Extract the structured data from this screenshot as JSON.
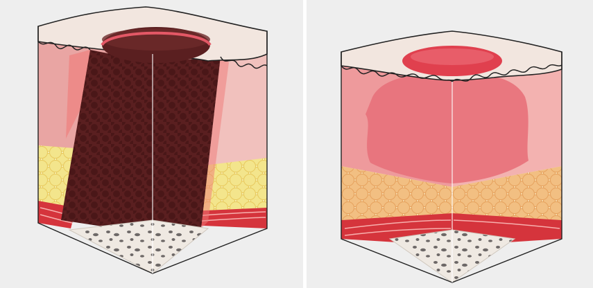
{
  "figure": {
    "panels": [
      {
        "id": "left",
        "depicts": "deep-tissue-wound-cross-section"
      },
      {
        "id": "right",
        "depicts": "superficial-tissue-injury-cross-section"
      }
    ],
    "colors": {
      "background": "#eeeeee",
      "epidermis": "#f2e6df",
      "dermis": "#e9a5a3",
      "dermis_light": "#f1c1bd",
      "necrotic_tissue": "#5a1f20",
      "inflamed_tissue": "#e35866",
      "fat": "#f3e58c",
      "fat_orange": "#f2bf82",
      "muscle": "#d5343c",
      "bone": "#efe9e2",
      "bone_pores": "#6d6867",
      "outline": "#222222"
    }
  }
}
